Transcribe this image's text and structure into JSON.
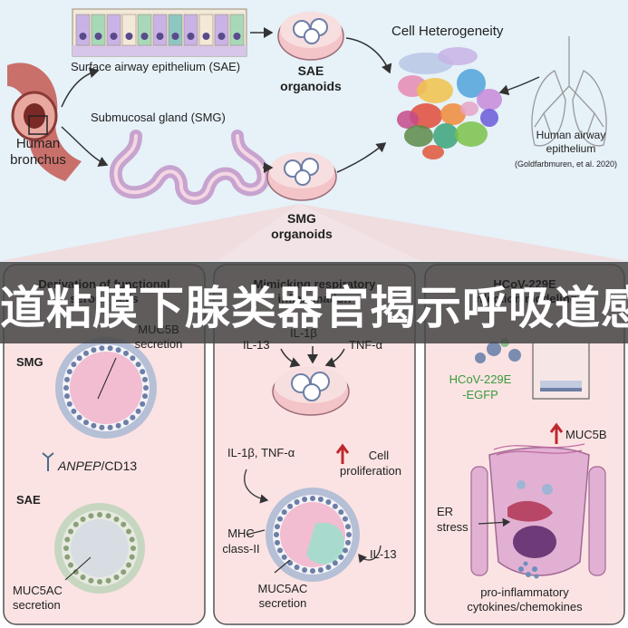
{
  "top": {
    "human_bronchus": [
      "Human",
      "bronchus"
    ],
    "sae_label": "Surface airway epithelium (SAE)",
    "smg_label": "Submucosal gland (SMG)",
    "sae_organoids": [
      "SAE",
      "organoids"
    ],
    "smg_organoids": [
      "SMG",
      "organoids"
    ],
    "cell_heterogeneity": "Cell Heterogeneity",
    "human_airway": [
      "Human airway",
      "epithelium"
    ],
    "citation": "(Goldfarbmuren, et al. 2020)"
  },
  "panels": {
    "left": {
      "title": [
        "Derivation of functional",
        "serous cells"
      ],
      "smg": "SMG",
      "muc5b": [
        "MUC5B",
        "secretion"
      ],
      "anpep_gene": "ANPEP",
      "anpep_rest": "/CD13",
      "sae": "SAE",
      "muc5ac": [
        "MUC5AC",
        "secretion"
      ]
    },
    "middle": {
      "title": [
        "Mimicking respiratory",
        "inflammation"
      ],
      "il1b_top": "IL-1β",
      "il13_top": "IL-13",
      "tnfa_top": "TNF-α",
      "il1b_tnfa": "IL-1β, TNF-α",
      "cell_prolif": [
        "Cell",
        "proliferation"
      ],
      "mhc": [
        "MHC",
        "class-II"
      ],
      "il13_bottom": "IL-13",
      "muc5ac": [
        "MUC5AC",
        "secretion"
      ]
    },
    "right": {
      "title": [
        "HCoV-229E",
        "infection modeling"
      ],
      "egfp": [
        "HCoV-229E",
        "-EGFP"
      ],
      "muc5b": "MUC5B",
      "er_stress": [
        "ER",
        "stress"
      ],
      "cytokines": [
        "pro-inflammatory",
        "cytokines/chemokines"
      ]
    }
  },
  "banner": "道粘膜下腺类器官揭示呼吸道感",
  "colors": {
    "top_bg": "#e6f1f8",
    "panel_bg": "#fbe3e3",
    "panel_border": "#555555",
    "pink_lumen": "#f2bdd0",
    "cell_ring": "#6d7fa6",
    "egfp_green": "#3a9a3a",
    "up_arrow": "#c0272d",
    "banner_bg": "#464646"
  }
}
